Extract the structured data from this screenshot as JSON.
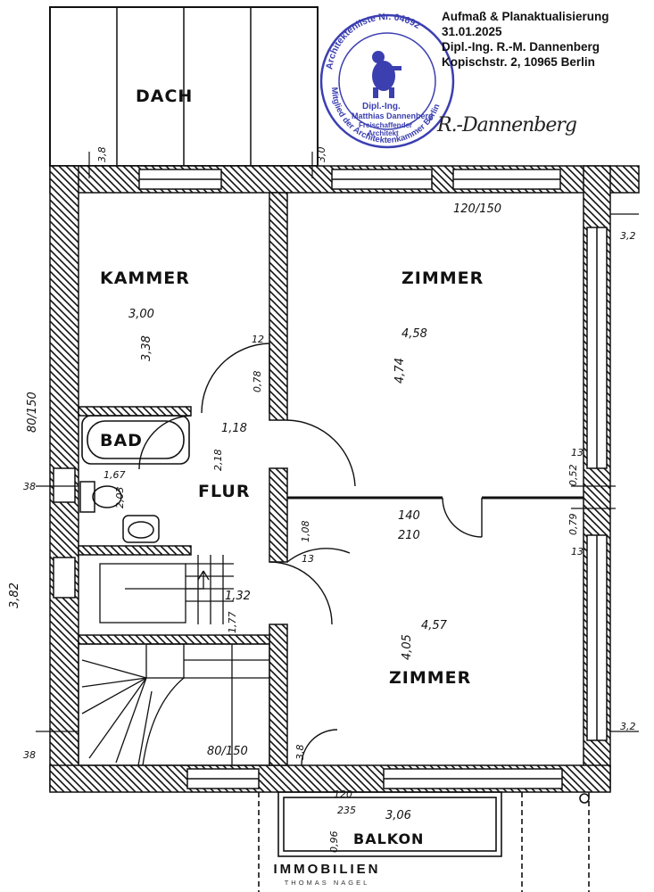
{
  "header": {
    "line1": "Aufmaß & Planaktualisierung",
    "line2": "31.01.2025",
    "line3": "Dipl.-Ing. R.-M. Dannenberg",
    "line4": "Kopischstr. 2, 10965 Berlin"
  },
  "stamp": {
    "ring_top": "Architektenliste Nr. 04692",
    "ring_bottom": "Mitglied der Architektenkammer Berlin",
    "line1": "Dipl.-Ing.",
    "line2": "Matthias Dannenberg",
    "line3": "Freischaffender",
    "line4": "Architekt",
    "color": "#3b3fb0"
  },
  "signature": "R.-Dannenberg",
  "rooms": {
    "dach": "DACH",
    "kammer": "KAMMER",
    "zimmer_top": "ZIMMER",
    "bad": "BAD",
    "flur": "FLUR",
    "zimmer_bottom": "ZIMMER",
    "balkon": "BALKON"
  },
  "dimensions": {
    "d1": "3,8",
    "d2": "3,0",
    "d3": "120/150",
    "d4": "3,2",
    "d5": "3,00",
    "d6": "3,38",
    "d7": "4,58",
    "d8": "4,74",
    "d9": "80/150",
    "d10": "12",
    "d11": "0,78",
    "d12": "1,18",
    "d13": "2,18",
    "d14": "1,67",
    "d15": "2,03",
    "d16": "38",
    "d17": "13",
    "d18": "0,52",
    "d19": "1,08",
    "d20": "13",
    "d21": "140",
    "d22": "210",
    "d23": "0,79",
    "d24": "13",
    "d25": "3,82",
    "d26": "1,32",
    "d27": "1,77",
    "d28": "4,05",
    "d29": "4,57",
    "d30": "3,2",
    "d31": "38",
    "d32": "80/150",
    "d33": "3,8",
    "d34": "120",
    "d35": "235",
    "d36": "3,06",
    "d37": "0,96"
  },
  "logo": {
    "main": "IMMOBILIEN",
    "sub": "THOMAS NAGEL"
  },
  "colors": {
    "ink": "#111111",
    "stamp": "#3b3fb0"
  }
}
